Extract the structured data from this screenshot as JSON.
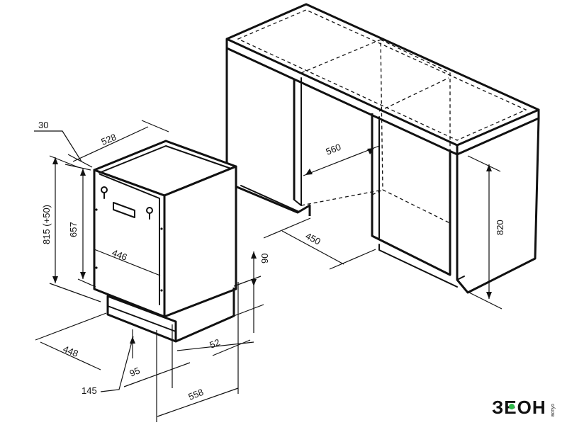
{
  "dimensions": {
    "d30": "30",
    "d528": "528",
    "d815": "815 (+50)",
    "d657": "657",
    "d446": "446",
    "d90": "90",
    "d448": "448",
    "d52": "52",
    "d95": "95",
    "d145": "145",
    "d558": "558",
    "d560": "560",
    "d450": "450",
    "d820": "820"
  },
  "brand": {
    "logo_text": "ЗЕОН",
    "logo_suffix": "вотуо",
    "accent_color": "#2fb84a"
  }
}
